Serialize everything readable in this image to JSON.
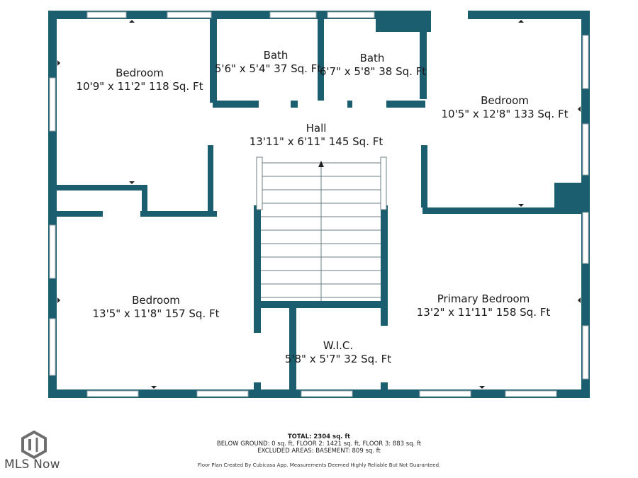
{
  "colors": {
    "wall": "#1b5e70",
    "window": "#ffffff",
    "text": "#1a1a1a"
  },
  "rooms": [
    {
      "name": "Bedroom",
      "dims": "10'9\" x 11'2\" 118 Sq. Ft"
    },
    {
      "name": "Bath",
      "dims": "5'6\" x 5'4\" 37 Sq. Ft"
    },
    {
      "name": "Bath",
      "dims": "6'7\" x 5'8\" 38 Sq. Ft"
    },
    {
      "name": "Bedroom",
      "dims": "10'5\" x 12'8\" 133 Sq. Ft"
    },
    {
      "name": "Hall",
      "dims": "13'11\" x 6'11\" 145 Sq. Ft"
    },
    {
      "name": "Bedroom",
      "dims": "13'5\" x 11'8\" 157 Sq. Ft"
    },
    {
      "name": "Primary Bedroom",
      "dims": "13'2\" x 11'11\" 158 Sq. Ft"
    },
    {
      "name": "W.I.C.",
      "dims": "5'8\" x 5'7\" 32 Sq. Ft"
    }
  ],
  "logo": {
    "icon": "mls-now-logo-icon",
    "text": "MLS Now"
  },
  "summary": {
    "total": "TOTAL: 2304 sq. ft",
    "floors": "BELOW GROUND: 0 sq. ft, FLOOR 2: 1421 sq. ft, FLOOR 3: 883 sq. ft",
    "excluded": "EXCLUDED AREAS: BASEMENT: 809 sq. ft"
  },
  "credit": "Floor Plan Created By Cubicasa App. Measurements Deemed Highly Reliable But Not Guaranteed."
}
